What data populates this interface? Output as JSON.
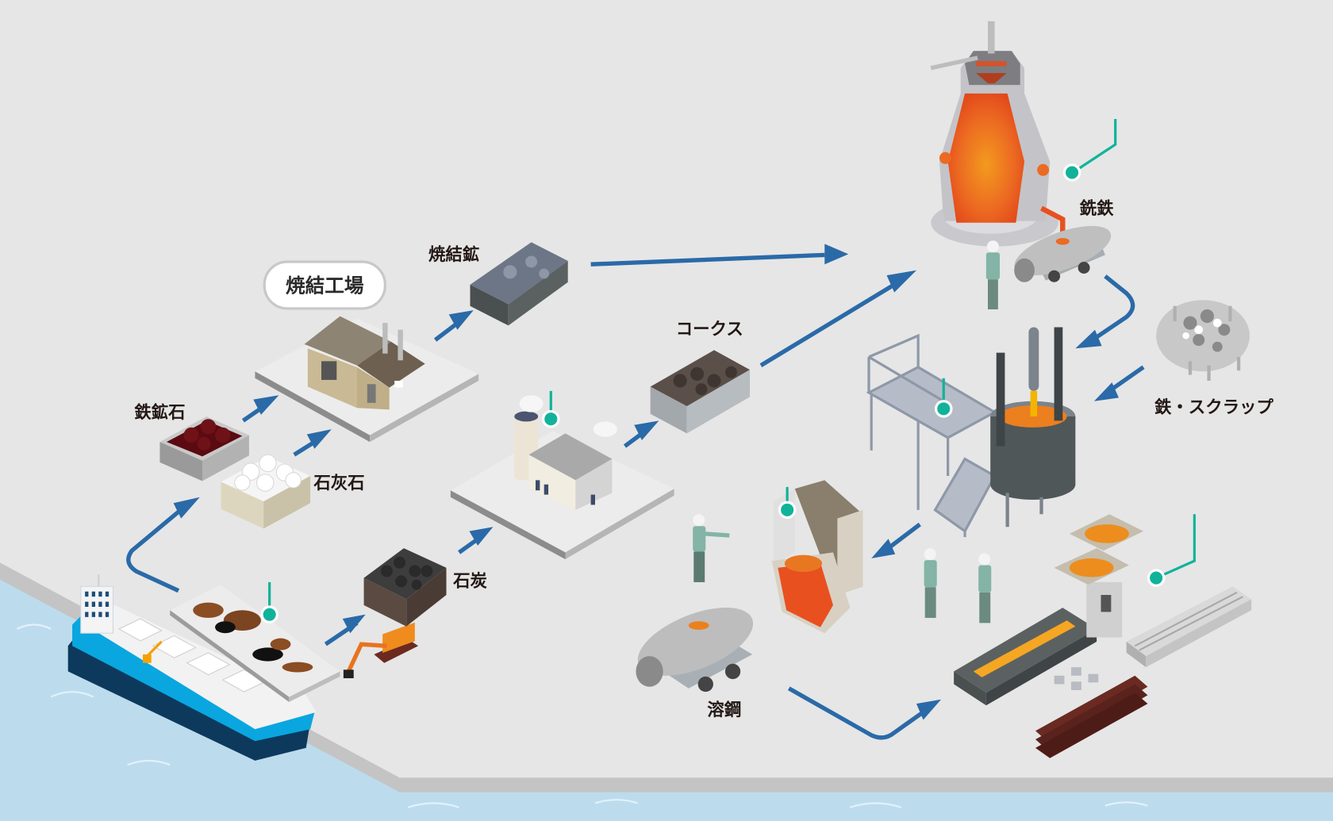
{
  "diagram": {
    "title": "製鉄プロセス",
    "colors": {
      "ground": "#e6e6e6",
      "sea": "#bcdcee",
      "arrow": "#2a6aa8",
      "marker": "#10b39a",
      "molten": "#e8501f"
    },
    "labels": {
      "sinter_plant": "焼結工場",
      "sinter_ore": "焼結鉱",
      "iron_ore": "鉄鉱石",
      "limestone": "石灰石",
      "coal": "石炭",
      "coke": "コークス",
      "pig_iron": "銑鉄",
      "iron_scrap": "鉄・スクラップ",
      "molten_steel": "溶鋼"
    },
    "nodes": [
      {
        "id": "ship",
        "name": "ore carrier ship"
      },
      {
        "id": "raw-material-yard",
        "name": "raw material yard"
      },
      {
        "id": "iron-ore",
        "name": "iron ore"
      },
      {
        "id": "limestone",
        "name": "limestone"
      },
      {
        "id": "coal",
        "name": "coal"
      },
      {
        "id": "sinter-plant",
        "name": "sinter plant"
      },
      {
        "id": "sinter-ore",
        "name": "sinter ore"
      },
      {
        "id": "coke-oven",
        "name": "coke oven"
      },
      {
        "id": "coke",
        "name": "coke"
      },
      {
        "id": "blast-furnace",
        "name": "blast furnace"
      },
      {
        "id": "torpedo-car-pig-iron",
        "name": "pig iron torpedo car"
      },
      {
        "id": "iron-scrap",
        "name": "iron scrap"
      },
      {
        "id": "converter",
        "name": "converter"
      },
      {
        "id": "secondary-refining",
        "name": "secondary refining"
      },
      {
        "id": "torpedo-car-molten-steel",
        "name": "molten steel car"
      },
      {
        "id": "continuous-casting",
        "name": "continuous caster"
      },
      {
        "id": "steel-products",
        "name": "steel products"
      }
    ],
    "edges": [
      [
        "raw-material-yard",
        "iron-ore"
      ],
      [
        "iron-ore",
        "sinter-plant"
      ],
      [
        "limestone",
        "sinter-plant"
      ],
      [
        "raw-material-yard",
        "coal"
      ],
      [
        "sinter-plant",
        "sinter-ore"
      ],
      [
        "coal",
        "coke-oven"
      ],
      [
        "coke-oven",
        "coke"
      ],
      [
        "sinter-ore",
        "blast-furnace"
      ],
      [
        "coke",
        "blast-furnace"
      ],
      [
        "blast-furnace",
        "converter"
      ],
      [
        "iron-scrap",
        "converter"
      ],
      [
        "converter",
        "secondary-refining"
      ],
      [
        "torpedo-car-molten-steel",
        "continuous-casting"
      ]
    ]
  }
}
